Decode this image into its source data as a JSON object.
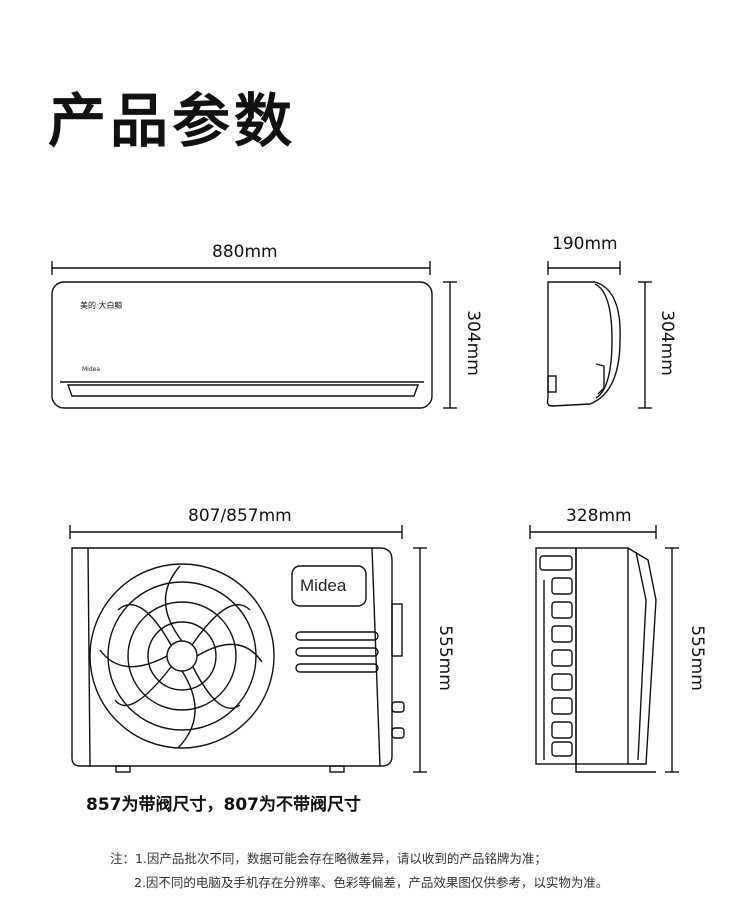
{
  "title": "产品参数",
  "dimensions": {
    "indoor_width": "880mm",
    "indoor_depth": "190mm",
    "indoor_height_front": "304mm",
    "indoor_height_side": "304mm",
    "outdoor_width": "807/857mm",
    "outdoor_depth": "328mm",
    "outdoor_height_front": "555mm",
    "outdoor_height_side": "555mm"
  },
  "indoor_brand": "美的·大白鲸",
  "indoor_logo": "Midea",
  "outdoor_logo": "Midea",
  "caption": "857为带阀尺寸，807为不带阀尺寸",
  "notes": [
    "注：1.因产品批次不同，数据可能会存在略微差异，请以收到的产品铭牌为准；",
    "2.因不同的电脑及手机存在分辨率、色彩等偏差，产品效果图仅供参考，以实物为准。"
  ]
}
